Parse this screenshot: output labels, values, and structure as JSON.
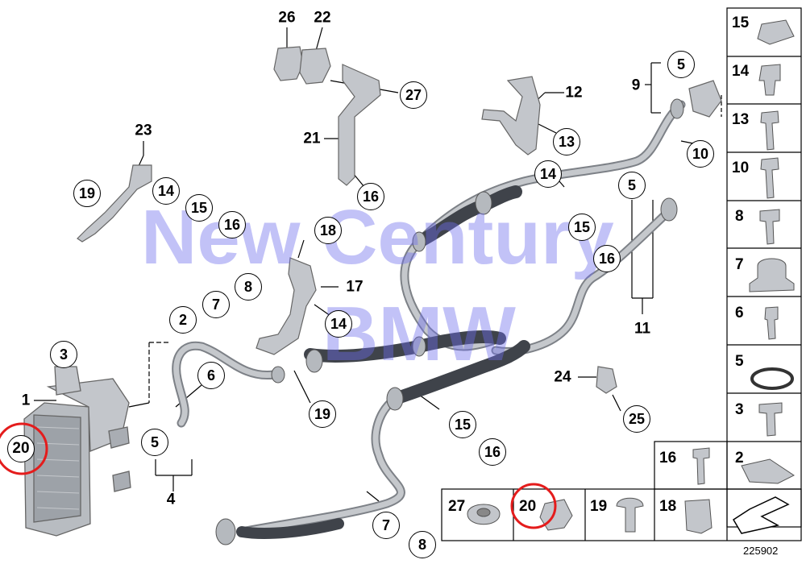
{
  "callouts": {
    "c26": "26",
    "c22": "22",
    "c27": "27",
    "c21": "21",
    "c16a": "16",
    "c23": "23",
    "c19a": "19",
    "c14a": "14",
    "c15a": "15",
    "c16b": "16",
    "c12": "12",
    "c13": "13",
    "c14b": "14",
    "c15b": "15",
    "c16c": "16",
    "c5a": "5",
    "c9": "9",
    "c10": "10",
    "c5b": "5",
    "c11": "11",
    "c18": "18",
    "c17": "17",
    "c14c": "14",
    "c7a": "7",
    "c8a": "8",
    "c2": "2",
    "c3": "3",
    "c1": "1",
    "c20": "20",
    "c6": "6",
    "c5c": "5",
    "c4": "4",
    "c19b": "19",
    "c15c": "15",
    "c16d": "16",
    "c24": "24",
    "c25": "25",
    "c7b": "7",
    "c8b": "8"
  },
  "parts_column": [
    "15",
    "14",
    "13",
    "10",
    "8",
    "7",
    "6",
    "5",
    "3"
  ],
  "parts_row_upper": [
    "16",
    "2"
  ],
  "parts_row_lower": [
    "27",
    "20",
    "19",
    "18"
  ],
  "watermark": {
    "line1": "New Century",
    "line2": "BMW"
  },
  "diagram_number": "225902",
  "colors": {
    "highlight": "#e41c1c",
    "watermark": "#6e6eeb",
    "hose": "#4a4e56",
    "pipe": "#a9adb3"
  }
}
